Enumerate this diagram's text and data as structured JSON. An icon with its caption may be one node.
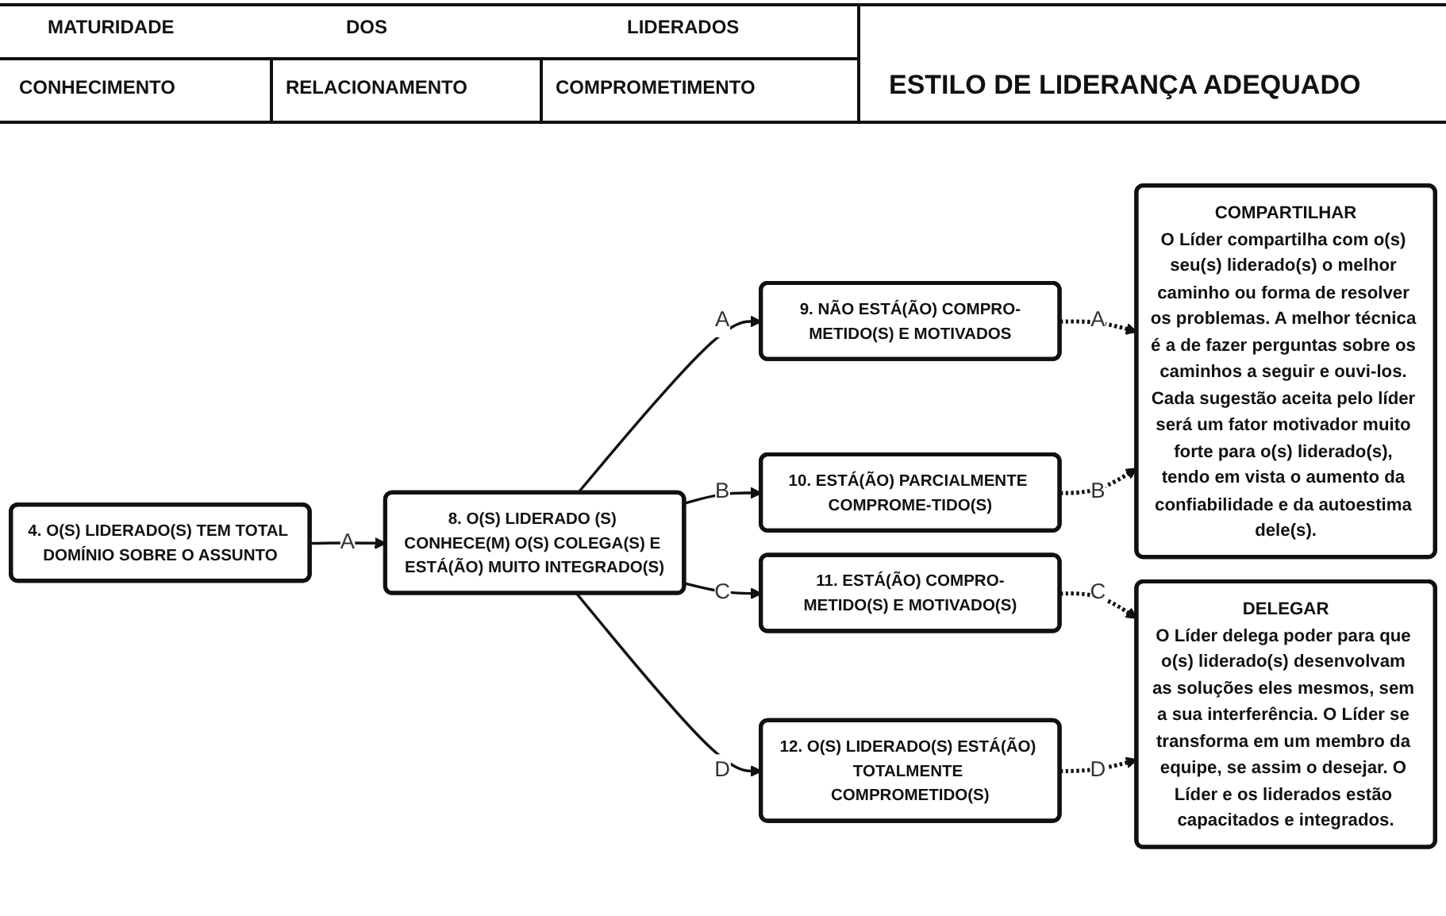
{
  "diagram": {
    "nodes": [
      {
        "text": [
          "4. O(S) LIDERADO(S) TEM TOTAL DOMÍNIO SOBRE O ASSUNTO"
        ]
      },
      {
        "text": [
          "8. O(S) LIDERADO (S) CONHECE(M) O(S) COLEGA(S) E ESTÁ(ÃO) MUITO INTEGRADO(S)"
        ]
      },
      {
        "text": [
          "9. NÃO ESTÁ(ÃO) COMPRO-METIDO(S) E MOTIVADOS"
        ]
      },
      {
        "text": [
          "10. ESTÁ(ÃO) PARCIALMENTE COMPROME-TIDO(S)"
        ]
      },
      {
        "text": [
          "11. ESTÁ(ÃO) COMPRO-METIDO(S) E MOTIVADO(S)"
        ]
      },
      {
        "text": [
          "12. O(S) LIDERADO(S) ESTÁ(ÃO) TOTALMENTE COMPROMETIDO(S)"
        ]
      },
      {
        "text": [
          "COMPARTILHAR",
          "O Líder compartilha com o(s) seu(s) liderado(s) o melhor caminho ou forma de resolver os problemas. A melhor técnica é a de fazer perguntas sobre os caminhos a seguir e ouvi-los. Cada sugestão aceita pelo líder será um fator motivador muito forte para o(s) liderado(s), tendo em vista o aumento da confiabilidade e da autoestima dele(s)."
        ]
      },
      {
        "text": [
          "DELEGAR",
          "O Líder delega poder para que o(s) liderado(s) desenvolvam as soluções eles mesmos, sem a sua interferência. O Líder se transforma em um membro da equipe, se assim o desejar. O Líder e os liderados estão capacitados e integrados."
        ]
      }
    ],
    "edges": [
      {
        "from": 0,
        "to": 1,
        "arrow": "to",
        "label": "A"
      },
      {
        "from": 1,
        "to": 2,
        "arrow": "to",
        "label": "A"
      },
      {
        "from": 1,
        "to": 3,
        "arrow": "to",
        "label": "B"
      },
      {
        "from": 1,
        "to": 4,
        "arrow": "to",
        "label": "C"
      },
      {
        "from": 1,
        "to": 5,
        "arrow": "to",
        "label": "D"
      },
      {
        "from": 2,
        "to": 6,
        "arrow": "to",
        "label": "A",
        "style": "dashed"
      },
      {
        "from": 3,
        "to": 6,
        "arrow": "to",
        "label": "B",
        "style": "dashed"
      },
      {
        "from": 4,
        "to": 7,
        "arrow": "to",
        "label": "C",
        "style": "dashed"
      },
      {
        "from": 5,
        "to": 7,
        "arrow": "to",
        "label": "D",
        "style": "dashed"
      }
    ],
    "labels": [
      "MATURIDADE",
      "DOS",
      "LIDERADOS",
      "CONHECIMENTO",
      "RELACIONAMENTO",
      "COMPROMETIMENTO",
      "ESTILO DE LIDERANÇA ADEQUADO"
    ]
  }
}
